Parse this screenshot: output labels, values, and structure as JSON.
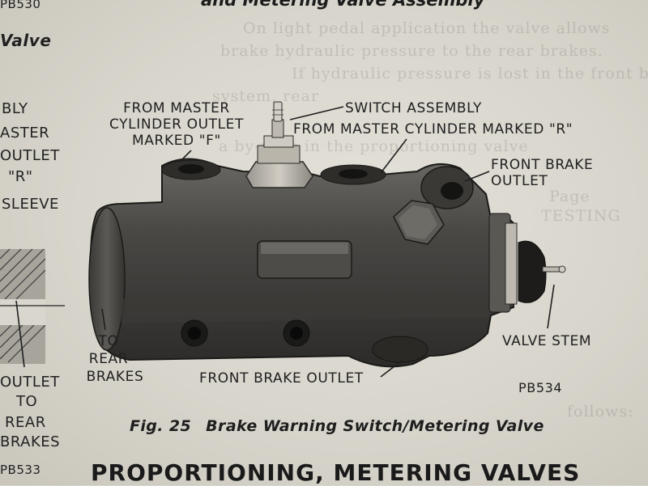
{
  "header": {
    "top_heading": "and Metering Valve Assembly",
    "top_left_code": "PB530",
    "left_partial_title": "Valve"
  },
  "left_column": {
    "labels": [
      "BLY",
      "ASTER",
      "OUTLET",
      "\"R\"",
      "SLEEVE",
      "OUTLET",
      "TO",
      "REAR",
      "BRAKES",
      "PB533"
    ]
  },
  "figure": {
    "labels": {
      "from_master_f": [
        "FROM MASTER",
        "CYLINDER OUTLET",
        "MARKED \"F\""
      ],
      "switch_assembly": "SWITCH ASSEMBLY",
      "from_master_r": "FROM MASTER CYLINDER MARKED \"R\"",
      "front_brake_outlet_right": [
        "FRONT BRAKE",
        "OUTLET"
      ],
      "to_rear_brakes": [
        "TO",
        "REAR",
        "BRAKES"
      ],
      "valve_stem": "VALVE STEM",
      "front_brake_outlet_bottom": "FRONT BRAKE OUTLET",
      "code": "PB534"
    },
    "caption_number": "Fig. 25",
    "caption_text": "Brake Warning Switch/Metering Valve"
  },
  "bottom": {
    "section_heading": "PROPORTIONING, METERING VALVES"
  },
  "background_text": [
    "On light pedal application the valve allows",
    "brake hydraulic pressure to the rear brakes.",
    "If hydraulic pressure is lost in the front brake",
    "system, rear",
    "a by-pass in the proportioning valve",
    "TESTING",
    "Page",
    "follows:"
  ]
}
